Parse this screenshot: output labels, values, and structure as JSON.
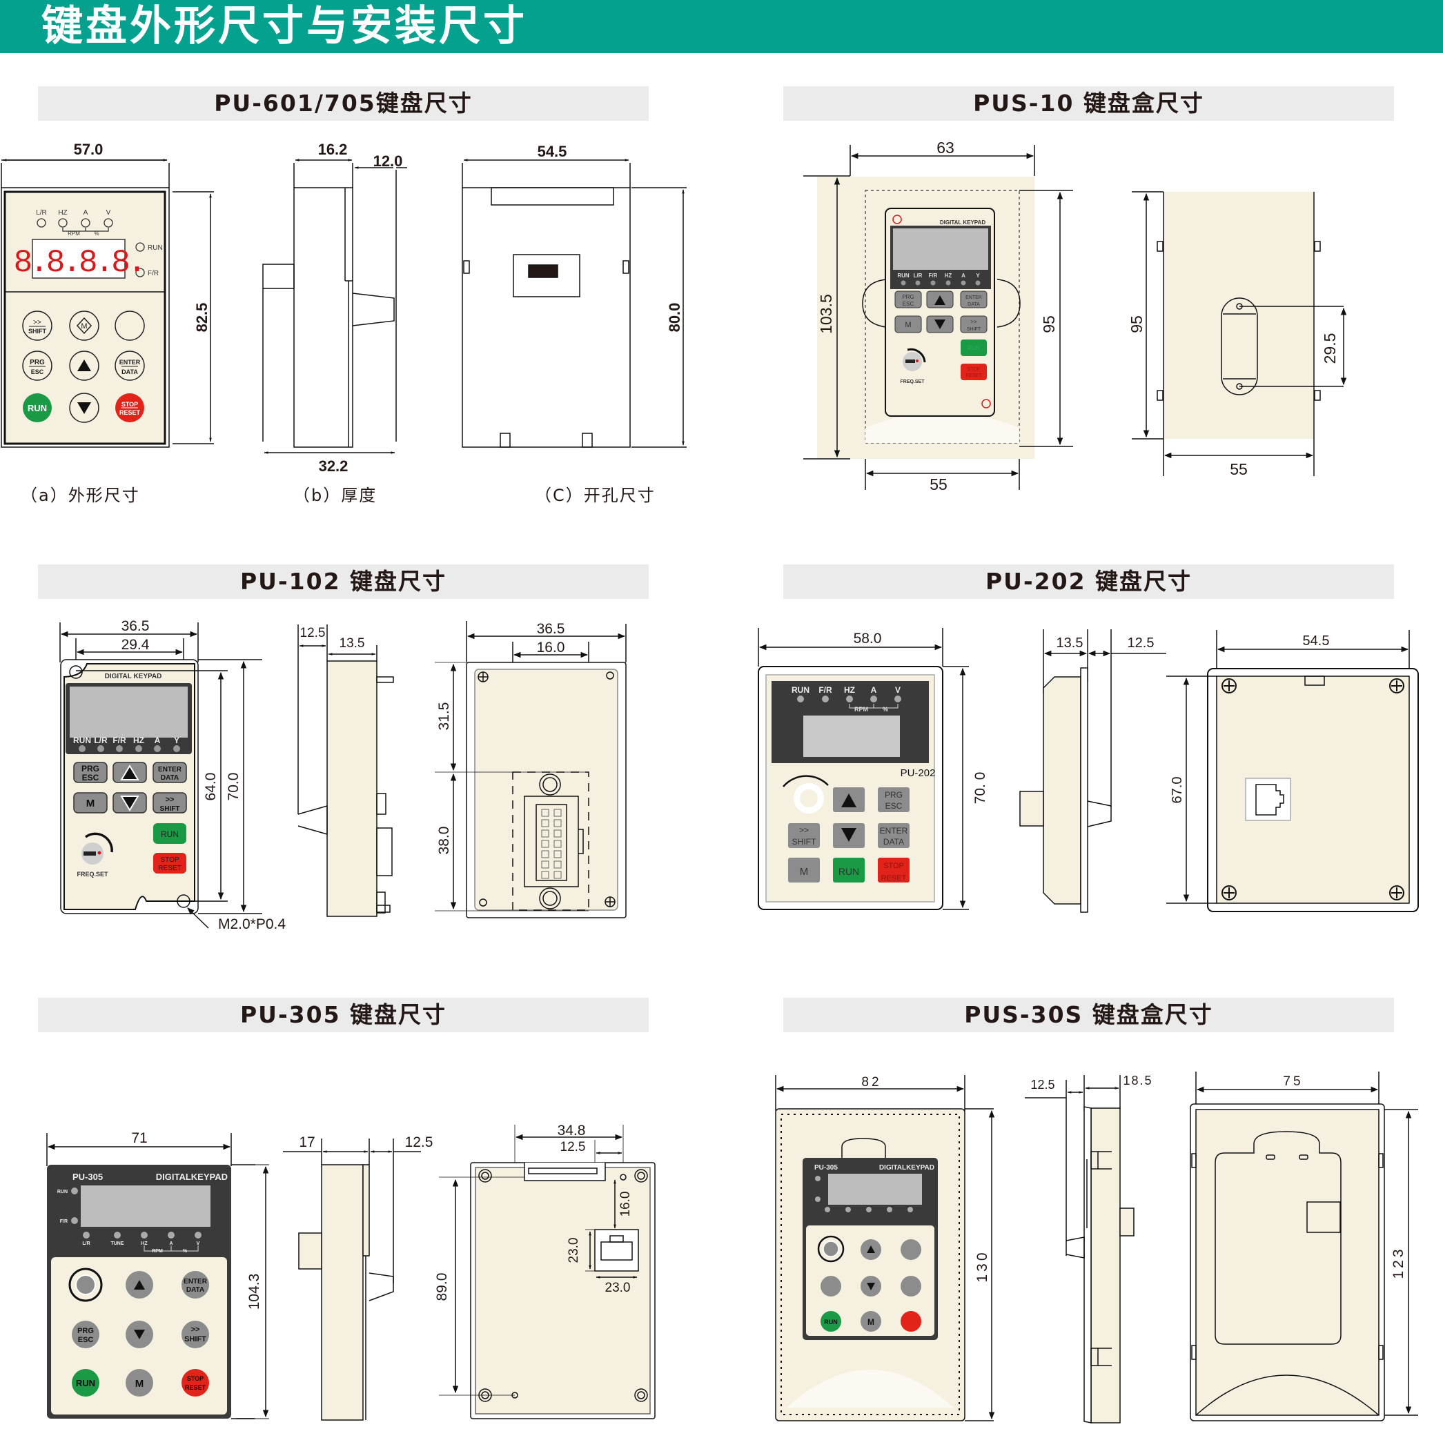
{
  "page": {
    "title": "键盘外形尺寸与安装尺寸"
  },
  "sections": {
    "pu601": {
      "title": "PU-601/705键盘尺寸",
      "captions": {
        "a": "（a）外形尺寸",
        "b": "（b）厚度",
        "c": "（C）开孔尺寸"
      },
      "dims": {
        "width": "57.0",
        "height": "82.5",
        "depth_body": "16.2",
        "depth_front": "12.0",
        "depth_total": "32.2",
        "cutout_width": "54.5",
        "cutout_height": "80.0"
      },
      "keypad": {
        "indicators_top": [
          "L/R",
          "HZ",
          "A",
          "V"
        ],
        "indicator_group": [
          "RPM",
          "%"
        ],
        "display": "8.8.8.8.",
        "indicators_side": [
          "RUN",
          "F/R"
        ],
        "keys": [
          {
            "top": ">>",
            "bottom": "SHIFT"
          },
          {
            "top": "M",
            "bottom": ""
          },
          {
            "top": "",
            "bottom": ""
          },
          {
            "top": "PRG",
            "bottom": "ESC"
          },
          {
            "top": "▲",
            "bottom": ""
          },
          {
            "top": "ENTER",
            "bottom": "DATA"
          },
          {
            "top": "RUN",
            "bottom": ""
          },
          {
            "top": "▼",
            "bottom": ""
          },
          {
            "top": "STOP",
            "bottom": "RESET"
          }
        ]
      }
    },
    "pus10": {
      "title": "PUS-10  键盘盒尺寸",
      "dims": {
        "outer_width": "63",
        "outer_height": "103.5",
        "inner_height": "95",
        "inner_width": "55",
        "back_height": "95",
        "back_width": "55",
        "hole_spacing": "29.5"
      },
      "keypad": {
        "brand": "DIGITAL KEYPAD",
        "indicators": [
          "RUN",
          "L/R",
          "F/R",
          "HZ",
          "A",
          "Y"
        ],
        "keys": [
          [
            "PRG",
            "ESC"
          ],
          [
            "▲",
            ""
          ],
          [
            "ENTER",
            "DATA"
          ],
          [
            "M",
            ""
          ],
          [
            "▼",
            ""
          ],
          [
            ">>",
            "SHIFT"
          ]
        ],
        "run_label": "RUN",
        "stop_label": [
          "STOP",
          "RESET"
        ],
        "knob_label": "FREQ.SET"
      }
    },
    "pu102": {
      "title": "PU-102  键盘尺寸",
      "dims": {
        "outer_width": "36.5",
        "hole_width": "29.4",
        "hole_height": "64.0",
        "outer_height": "70.0",
        "screw": "M2.0*P0.4",
        "side_front": "12.5",
        "side_body": "13.5",
        "back_width": "36.5",
        "connector_width": "16.0",
        "upper": "31.5",
        "lower": "38.0"
      },
      "keypad": {
        "brand": "DIGITAL KEYPAD",
        "indicators": [
          "RUN",
          "L/R",
          "F/R",
          "HZ",
          "A",
          "Y"
        ],
        "keys": [
          [
            "PRG",
            "ESC"
          ],
          [
            "▲",
            ""
          ],
          [
            "ENTER",
            "DATA"
          ],
          [
            "M",
            ""
          ],
          [
            "▼",
            ""
          ],
          [
            ">>",
            "SHIFT"
          ]
        ],
        "run_label": "RUN",
        "stop_label": [
          "STOP",
          "RESET"
        ],
        "knob_label": "FREQ.SET"
      }
    },
    "pu202": {
      "title": "PU-202  键盘尺寸",
      "dims": {
        "width": "58.0",
        "height": "70. 0",
        "side_body": "13.5",
        "side_front": "12.5",
        "back_width": "54.5",
        "back_height": "67.0"
      },
      "keypad": {
        "model": "PU-202",
        "indicators": [
          "RUN",
          "F/R",
          "HZ",
          "A",
          "V"
        ],
        "indicator_group": [
          "RPM",
          "%"
        ],
        "keys": [
          [
            "▲",
            ""
          ],
          [
            "PRG",
            "ESC"
          ],
          [
            ">>",
            "SHIFT"
          ],
          [
            "▼",
            ""
          ],
          [
            "ENTER",
            "DATA"
          ],
          [
            "M",
            ""
          ]
        ],
        "run_label": "RUN",
        "stop_label": [
          "STOP",
          "RESET"
        ]
      }
    },
    "pu305": {
      "title": "PU-305  键盘尺寸",
      "dims": {
        "width": "71",
        "height": "104.3",
        "side_body": "17",
        "side_front": "12.5",
        "back_span": "34.8",
        "back_offset": "12.5",
        "back_height": "89.0",
        "port_offset": "16.0",
        "port_h": "23.0",
        "port_w": "23.0"
      },
      "keypad": {
        "model": "PU-305",
        "brand": "DIGITALKEYPAD",
        "side_indicators": [
          "RUN",
          "F/R"
        ],
        "bottom_indicators": [
          "L/R",
          "TUNE",
          "HZ",
          "A",
          "V"
        ],
        "indicator_group": [
          "RPM",
          "%"
        ],
        "keys": [
          [
            "ENTER",
            "DATA"
          ],
          [
            "PRG",
            "ESC"
          ],
          [
            "▼",
            ""
          ],
          [
            ">>",
            "SHIFT"
          ],
          [
            "M",
            ""
          ]
        ],
        "run_label": "RUN",
        "stop_label": [
          "STOP",
          "RESET"
        ]
      }
    },
    "pus30s": {
      "title": "PUS-30S 键盘盒尺寸",
      "dims": {
        "width": "82",
        "height": "130",
        "side_front": "12.5",
        "side_body": "18.5",
        "back_width": "75",
        "back_height": "123"
      }
    }
  },
  "colors": {
    "banner": "#05a18f",
    "section_bar": "#ebebeb",
    "panel_cream": "#f5f0e0",
    "run_green": "#1a9a44",
    "stop_red": "#e2231a",
    "key_gray": "#8c8c8c",
    "lcd_gray": "#bdbdbd",
    "dark_panel": "#3a3a3a"
  }
}
